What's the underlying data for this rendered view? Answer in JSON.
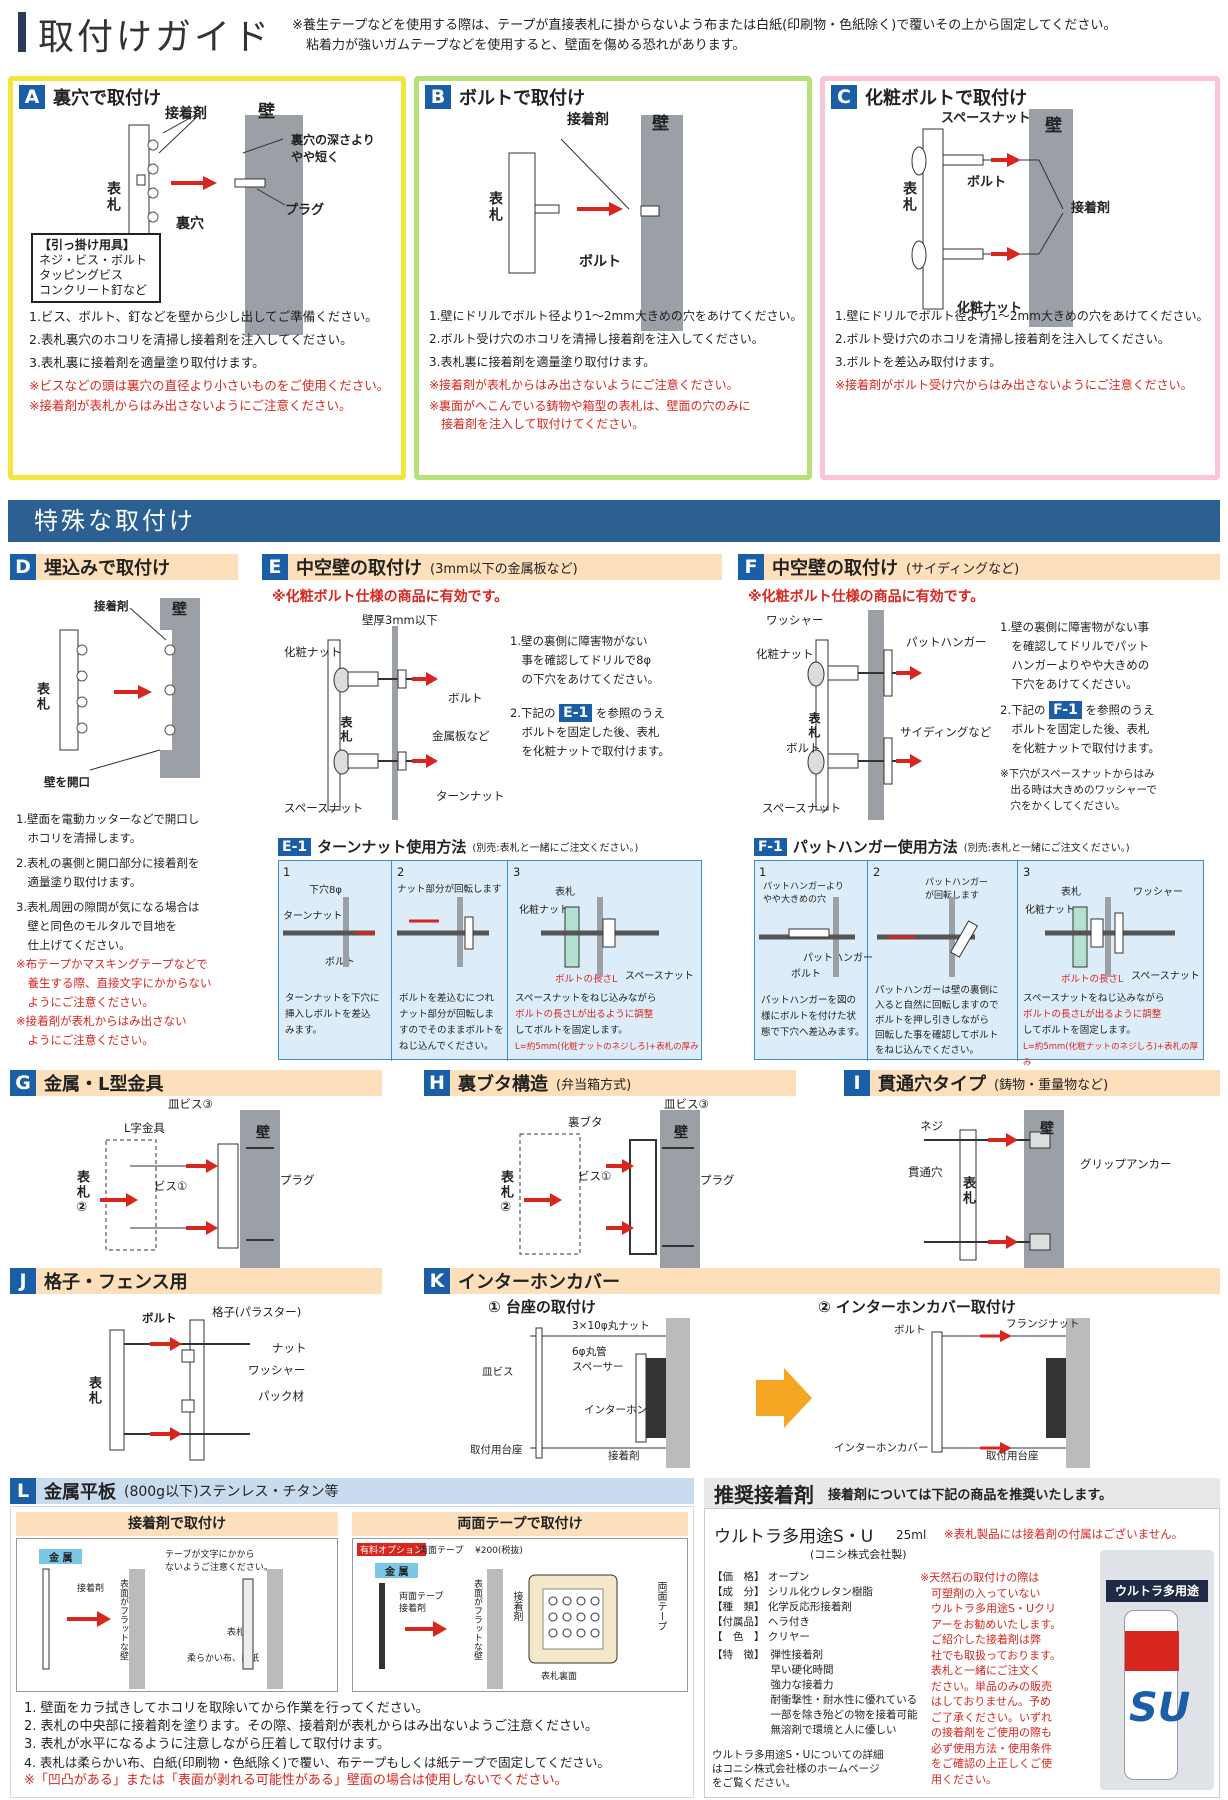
{
  "header": {
    "title": "取付けガイド",
    "note1": "※養生テープなどを使用する際は、テープが直接表札に掛からないよう布または白紙(印刷物・色紙除く)で覆いその上から固定してください。",
    "note2": "粘着力が強いガムテープなどを使用すると、壁面を傷める恐れがあります。"
  },
  "panelA": {
    "letter": "A",
    "title": "裏穴で取付け",
    "labels": {
      "adhesive": "接着剤",
      "wall": "壁",
      "depth": "裏穴の深さより\nやや短く",
      "plate": "表札",
      "hole": "裏穴",
      "plug": "プラグ"
    },
    "hook_box": {
      "title": "【引っ掛け用具】",
      "line1": "ネジ・ビス・ボルト",
      "line2": "タッピングビス",
      "line3": "コンクリート釘など"
    },
    "steps": [
      "1.ビス、ボルト、釘などを壁から少し出してご準備ください。",
      "2.表札裏穴のホコリを清掃し接着剤を注入してください。",
      "3.表札裏に接着剤を適量塗り取付けます。"
    ],
    "notes": [
      "※ビスなどの頭は裏穴の直径より小さいものをご使用ください。",
      "※接着剤が表札からはみ出さないようにご注意ください。"
    ]
  },
  "panelB": {
    "letter": "B",
    "title": "ボルトで取付け",
    "labels": {
      "adhesive": "接着剤",
      "wall": "壁",
      "plate": "表札",
      "bolt": "ボルト"
    },
    "steps": [
      "1.壁にドリルでボルト径より1～2mm大きめの穴をあけてください。",
      "2.ボルト受け穴のホコリを清掃し接着剤を注入してください。",
      "3.表札裏に接着剤を適量塗り取付けます。"
    ],
    "notes": [
      "※接着剤が表札からはみ出さないようにご注意ください。",
      "※裏面がへこんでいる鋳物や箱型の表札は、壁面の穴のみに",
      "　接着剤を注入して取付けてください。"
    ]
  },
  "panelC": {
    "letter": "C",
    "title": "化粧ボルトで取付け",
    "labels": {
      "spacer": "スペースナット",
      "wall": "壁",
      "plate": "表札",
      "bolt": "ボルト",
      "adhesive": "接着剤",
      "nut": "化粧ナット"
    },
    "steps": [
      "1.壁にドリルでボルト径より1～2mm大きめの穴をあけてください。",
      "2.ボルト受け穴のホコリを清掃し接着剤を注入してください。",
      "3.ボルトを差込み取付けます。"
    ],
    "notes": [
      "※接着剤がボルト受け穴からはみ出さないようにご注意ください。"
    ]
  },
  "special": {
    "title": "特殊な取付け"
  },
  "panelD": {
    "letter": "D",
    "title": "埋込みで取付け",
    "labels": {
      "adhesive": "接着剤",
      "wall": "壁",
      "plate": "表札",
      "opening": "壁を開口"
    },
    "steps": [
      "1.壁面を電動カッターなどで開口し",
      "　ホコリを清掃します。",
      "2.表札の裏側と開口部分に接着剤を",
      "　適量塗り取付けます。",
      "3.表札周囲の隙間が気になる場合は",
      "　壁と同色のモルタルで目地を",
      "　仕上げてください。"
    ],
    "notes": [
      "※布テープかマスキングテープなどで",
      "　養生する際、直接文字にかからない",
      "　ようにご注意ください。",
      "※接着剤が表札からはみ出さない",
      "　ようにご注意ください。"
    ]
  },
  "panelE": {
    "letter": "E",
    "title": "中空壁の取付け",
    "subtitle": "(3mm以下の金属板など)",
    "warn": "※化粧ボルト仕様の商品に有効です。",
    "labels": {
      "thick": "壁厚3mm以下",
      "nut": "化粧ナット",
      "plate": "表札",
      "bolt": "ボルト",
      "metal": "金属板など",
      "turn": "ターンナット",
      "spacer": "スペースナット"
    },
    "steps": [
      "1.壁の裏側に障害物がない",
      "　事を確認してドリルで8φ",
      "　の下穴をあけてください。",
      "2.下記の",
      "　ボルトを固定した後、表札",
      "　を化粧ナットで取付けます。"
    ],
    "ref": "E-1",
    "ref_after": "を参照のうえ"
  },
  "panelF": {
    "letter": "F",
    "title": "中空壁の取付け",
    "subtitle": "(サイディングなど)",
    "warn": "※化粧ボルト仕様の商品に有効です。",
    "labels": {
      "washer": "ワッシャー",
      "hanger": "パットハンガー",
      "nut": "化粧ナット",
      "plate": "表札",
      "siding": "サイディングなど",
      "bolt": "ボルト",
      "spacer": "スペースナット"
    },
    "steps": [
      "1.壁の裏側に障害物がない事",
      "　を確認してドリルでパット",
      "　ハンガーよりやや大きめの",
      "　下穴をあけてください。",
      "2.下記の",
      "　ボルトを固定した後、表札",
      "　を化粧ナットで取付けます。"
    ],
    "ref": "F-1",
    "ref_after": "を参照のうえ",
    "note": [
      "※下穴がスペースナットからはみ",
      "　出る時は大きめのワッシャーで",
      "　穴をかくしてください。"
    ]
  },
  "boxE1": {
    "tag": "E-1",
    "title": "ターンナット使用方法",
    "sub": "(別売:表札と一緒にご注文ください。)",
    "c1": {
      "n": "1",
      "hole": "下穴8φ",
      "turn": "ターンナット",
      "bolt": "ボルト",
      "desc": [
        "ターンナットを下穴に",
        "挿入しボルトを差込",
        "みます。"
      ]
    },
    "c2": {
      "n": "2",
      "rot": "ナット部分が回転します",
      "desc": [
        "ボルトを差込むにつれ",
        "ナット部分が回転しま",
        "すのでそのままボルトを",
        "ねじ込んでください。"
      ]
    },
    "c3": {
      "n": "3",
      "plate": "表札",
      "nut": "化粧ナット",
      "len": "ボルトの長さL",
      "spacer": "スペースナット",
      "desc": [
        "スペースナットをねじ込みながら",
        "ボルトの長さLが出るように調整",
        "してボルトを固定します。"
      ],
      "formula": "L=約5mm(化粧ナットのネジしろ)+表札の厚み"
    }
  },
  "boxF1": {
    "tag": "F-1",
    "title": "パットハンガー使用方法",
    "sub": "(別売:表札と一緒にご注文ください。)",
    "c1": {
      "n": "1",
      "top": "パットハンガーより\nやや大きめの穴",
      "hanger": "パットハンガー",
      "bolt": "ボルト",
      "desc": [
        "パットハンガーを図の",
        "様にボルトを付けた状",
        "態で下穴へ差込みます。"
      ]
    },
    "c2": {
      "n": "2",
      "rot": "パットハンガー\nが回転します",
      "desc": [
        "パットハンガーは壁の裏側に",
        "入ると自然に回転しますので",
        "ボルトを押し引きしながら",
        "回転した事を確認してボルト",
        "をねじ込んでください。"
      ]
    },
    "c3": {
      "n": "3",
      "plate": "表札",
      "washer": "ワッシャー",
      "nut": "化粧ナット",
      "len": "ボルトの長さL",
      "spacer": "スペースナット",
      "desc": [
        "スペースナットをねじ込みながら",
        "ボルトの長さLが出るように調整",
        "してボルトを固定します。"
      ],
      "formula": "L=約5mm(化粧ナットのネジしろ)+表札の厚み"
    }
  },
  "panelG": {
    "letter": "G",
    "title": "金属・L型金具",
    "labels": {
      "screw3": "皿ビス③",
      "wall": "壁",
      "bracket": "L字金具",
      "plate": "表札②",
      "screw1": "ビス①",
      "plug": "プラグ"
    }
  },
  "panelH": {
    "letter": "H",
    "title": "裏ブタ構造",
    "subtitle": "(弁当箱方式)",
    "labels": {
      "screw3": "皿ビス③",
      "lid": "裏ブタ",
      "wall": "壁",
      "plate": "表札②",
      "screw1": "ビス①",
      "plug": "プラグ"
    }
  },
  "panelI": {
    "letter": "I",
    "title": "貫通穴タイプ",
    "subtitle": "(鋳物・重量物など)",
    "labels": {
      "screw": "ネジ",
      "wall": "壁",
      "hole": "貫通穴",
      "anchor": "グリップアンカー",
      "plate": "表札"
    }
  },
  "panelJ": {
    "letter": "J",
    "title": "格子・フェンス用",
    "labels": {
      "bolt": "ボルト",
      "lattice": "格子(パラスター)",
      "nut": "ナット",
      "washer": "ワッシャー",
      "pack": "パック材",
      "plate": "表札"
    }
  },
  "panelK": {
    "letter": "K",
    "title": "インターホンカバー",
    "step1": "① 台座の取付け",
    "step2": "② インターホンカバー取付け",
    "labels1": {
      "nut": "3×10φ丸ナット",
      "pipe": "6φ丸管\nスペーサー",
      "screw": "皿ビス",
      "intercom": "インターホン",
      "base": "取付用台座",
      "adhesive": "接着剤"
    },
    "labels2": {
      "bolt": "ボルト",
      "flange": "フランジナット",
      "cover": "インターホンカバー",
      "base": "取付用台座"
    }
  },
  "panelL": {
    "letter": "L",
    "title": "金属平板",
    "subtitle": "(800g以下)ステンレス・チタン等",
    "left": {
      "title": "接着剤で取付け",
      "metal": "金 属",
      "note": "テープが文字にかから\nないようご注意ください。",
      "adhesive": "接着剤",
      "plate": "表札",
      "cloth": "柔らかい布、白紙",
      "flat": "表面がフラットな壁"
    },
    "right": {
      "title": "両面テープで取付け",
      "option": "有料オプション",
      "tape_label": "両面テープ",
      "price": "¥200(税抜)",
      "metal": "金 属",
      "tape": "両面テープ",
      "adhesive": "接着剤",
      "flat": "表面がフラットな壁",
      "back": "表札裏面",
      "adh2": "接着剤",
      "tape2": "両面テープ"
    },
    "steps": [
      "1. 壁面をカラ拭きしてホコリを取除いてから作業を行ってください。",
      "2. 表札の中央部に接着剤を塗ります。その際、接着剤が表札からはみ出ないようご注意ください。",
      "3. 表札が水平になるように注意しながら圧着して取付けます。",
      "4. 表札は柔らかい布、白紙(印刷物・色紙除く)で覆い、布テープもしくは紙テープで固定してください。"
    ],
    "warn": "※「凹凸がある」または「表面が剥れる可能性がある」壁面の場合は使用しないでください。"
  },
  "recommend": {
    "title": "推奨接着剤",
    "subtitle": "接着剤については下記の商品を推奨いたします。",
    "product": "ウルトラ多用途S・U",
    "vol": "25ml",
    "maker": "(コニシ株式会社製)",
    "no_adh": "※表札製品には接着剤の付属はございません。",
    "specs": [
      [
        "【価　格】",
        "オープン"
      ],
      [
        "【成　分】",
        "シリル化ウレタン樹脂"
      ],
      [
        "【種　類】",
        "化学反応形接着剤"
      ],
      [
        "【付属品】",
        "ヘラ付き"
      ],
      [
        "【　色　】",
        "クリヤー"
      ]
    ],
    "feature_label": "【特　徴】",
    "features": [
      "弾性接着剤",
      "早い硬化時間",
      "強力な接着力",
      "耐衝撃性・耐水性に優れている",
      "一部を除き殆どの物を接着可能",
      "無溶剤で環境と人に優しい"
    ],
    "stone_note": [
      "※天然石の取付けの際は",
      "　可塑剤の入っていない",
      "　ウルトラ多用途S・Uクリ",
      "　アーをお勧めいたします。",
      "　ご紹介した接着剤は弊",
      "　社でも取扱っております。",
      "　表札と一緒にご注文く",
      "　ださい。単品のみの販売",
      "　はしておりません。予め",
      "　ご了承ください。いずれ",
      "　の接着剤をご使用の際も",
      "　必ず使用方法・使用条件",
      "　をご確認の上正しくご使",
      "　用ください。"
    ],
    "detail": [
      "ウルトラ多用途S・Uについての詳細",
      "はコニシ株式会社様のホームページ",
      "をご覧ください。"
    ],
    "pkg_brand": "ウルトラ多用途",
    "pkg_su": "SU"
  }
}
